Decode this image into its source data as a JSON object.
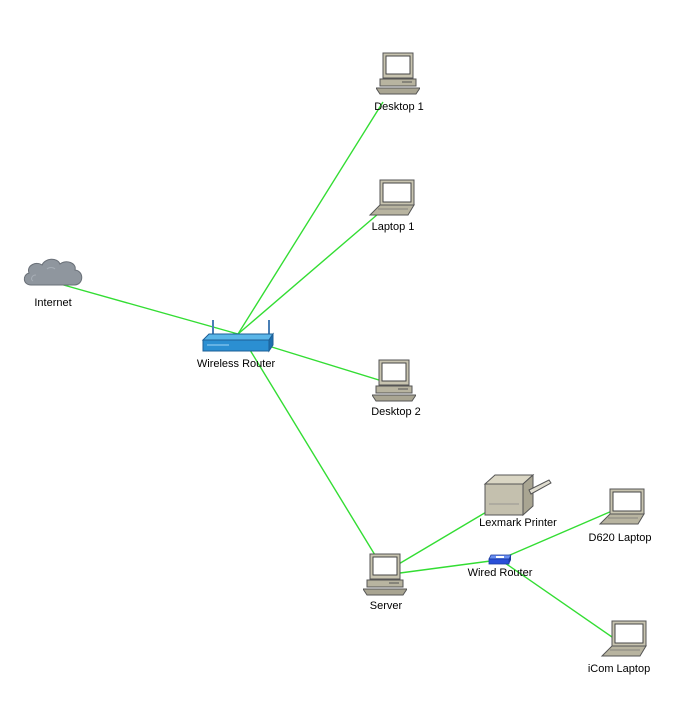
{
  "diagram": {
    "link_color": "#33dd33",
    "nodes": [
      {
        "id": "desktop1",
        "label": "Desktop 1",
        "icon": "desktop-computer-icon"
      },
      {
        "id": "laptop1",
        "label": "Laptop 1",
        "icon": "laptop-icon"
      },
      {
        "id": "internet",
        "label": "Internet",
        "icon": "cloud-icon"
      },
      {
        "id": "wireless-router",
        "label": "Wireless Router",
        "icon": "wireless-router-icon"
      },
      {
        "id": "desktop2",
        "label": "Desktop 2",
        "icon": "desktop-computer-icon"
      },
      {
        "id": "lexmark-printer",
        "label": "Lexmark Printer",
        "icon": "printer-icon"
      },
      {
        "id": "d620-laptop",
        "label": "D620 Laptop",
        "icon": "laptop-icon"
      },
      {
        "id": "wired-router",
        "label": "Wired Router",
        "icon": "router-icon"
      },
      {
        "id": "server",
        "label": "Server",
        "icon": "desktop-computer-icon"
      },
      {
        "id": "icom-laptop",
        "label": "iCom Laptop",
        "icon": "laptop-icon"
      }
    ],
    "links": [
      {
        "from": "internet",
        "to": "wireless-router"
      },
      {
        "from": "wireless-router",
        "to": "desktop1"
      },
      {
        "from": "wireless-router",
        "to": "laptop1"
      },
      {
        "from": "wireless-router",
        "to": "desktop2"
      },
      {
        "from": "wireless-router",
        "to": "server"
      },
      {
        "from": "server",
        "to": "lexmark-printer"
      },
      {
        "from": "server",
        "to": "wired-router"
      },
      {
        "from": "wired-router",
        "to": "d620-laptop"
      },
      {
        "from": "wired-router",
        "to": "icom-laptop"
      }
    ]
  }
}
